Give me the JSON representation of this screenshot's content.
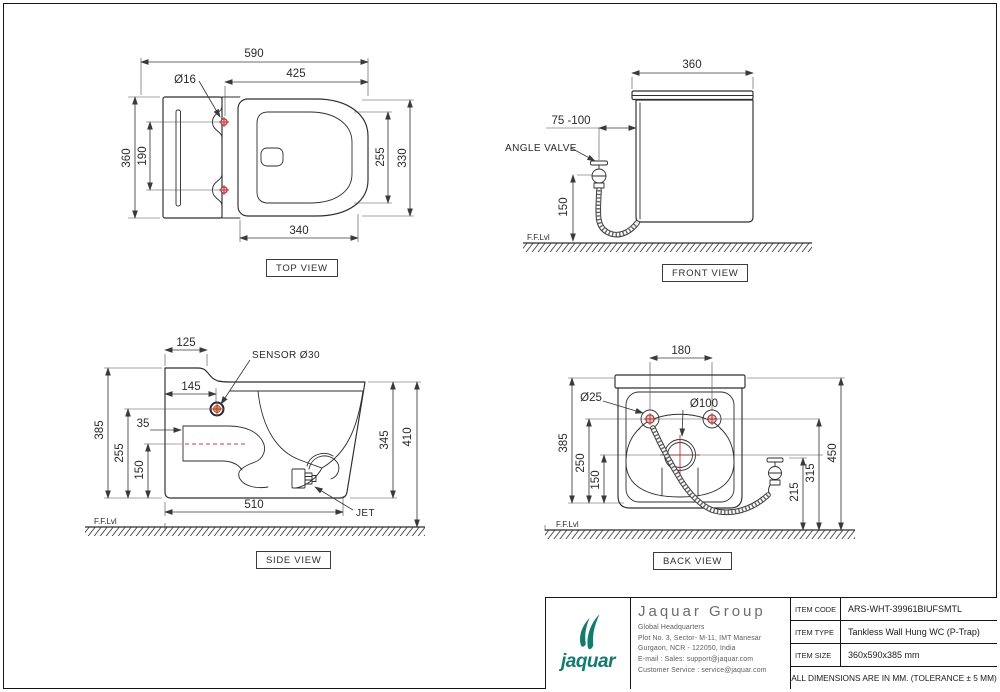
{
  "common": {
    "ffl": "F.F.Lvl"
  },
  "views": {
    "top": {
      "label": "TOP VIEW",
      "dims": {
        "overall_length": "590",
        "bowl_offset": "425",
        "fixing_hole_dia": "Ø16",
        "overall_width": "360",
        "hole_centres": "190",
        "seat_length": "340",
        "opening_width": "255",
        "seat_width": "330"
      }
    },
    "front": {
      "label": "FRONT VIEW",
      "dims": {
        "width": "360",
        "inlet_range": "75 -100",
        "valve_height": "150"
      },
      "labels": {
        "angle_valve": "ANGLE VALVE"
      }
    },
    "side": {
      "label": "SIDE VIEW",
      "dims": {
        "ledge": "125",
        "sensor_offset": "145",
        "body_height": "385",
        "inlet_inset": "35",
        "inlet_height": "255",
        "trap_centre": "150",
        "depth": "510",
        "front_height": "345",
        "overall_height": "410"
      },
      "labels": {
        "sensor": "SENSOR Ø30",
        "jet": "JET"
      }
    },
    "back": {
      "label": "BACK VIEW",
      "dims": {
        "hole_centres": "180",
        "hole_dia": "Ø25",
        "outlet_dia": "Ø100",
        "body_height": "385",
        "holes_from_bottom": "250",
        "outlet_from_bottom": "150",
        "overall_height": "450",
        "holes_from_floor": "315",
        "valve_from_floor": "215"
      }
    }
  },
  "title_block": {
    "logo_word": "jaquar",
    "company": "Jaquar Group",
    "address": [
      "Global Headquarters",
      "Plot No. 3, Sector- M-11, IMT Manesar",
      "Gurgaon, NCR - 122050, India",
      "E-mail : Sales: support@jaquar.com",
      "Customer Service : service@jaquar.com"
    ],
    "rows": [
      {
        "label": "ITEM CODE",
        "value": "ARS-WHT-39961BIUFSMTL"
      },
      {
        "label": "ITEM TYPE",
        "value": "Tankless Wall Hung WC (P-Trap)"
      },
      {
        "label": "ITEM SIZE",
        "value": "360x590x385 mm"
      }
    ],
    "footnote": "ALL DIMENSIONS ARE IN MM. (TOLERANCE ± 5 MM)"
  },
  "colors": {
    "line": "#2d2d2d",
    "accent_red": "#c23030",
    "logo_teal": "#157a6e"
  }
}
